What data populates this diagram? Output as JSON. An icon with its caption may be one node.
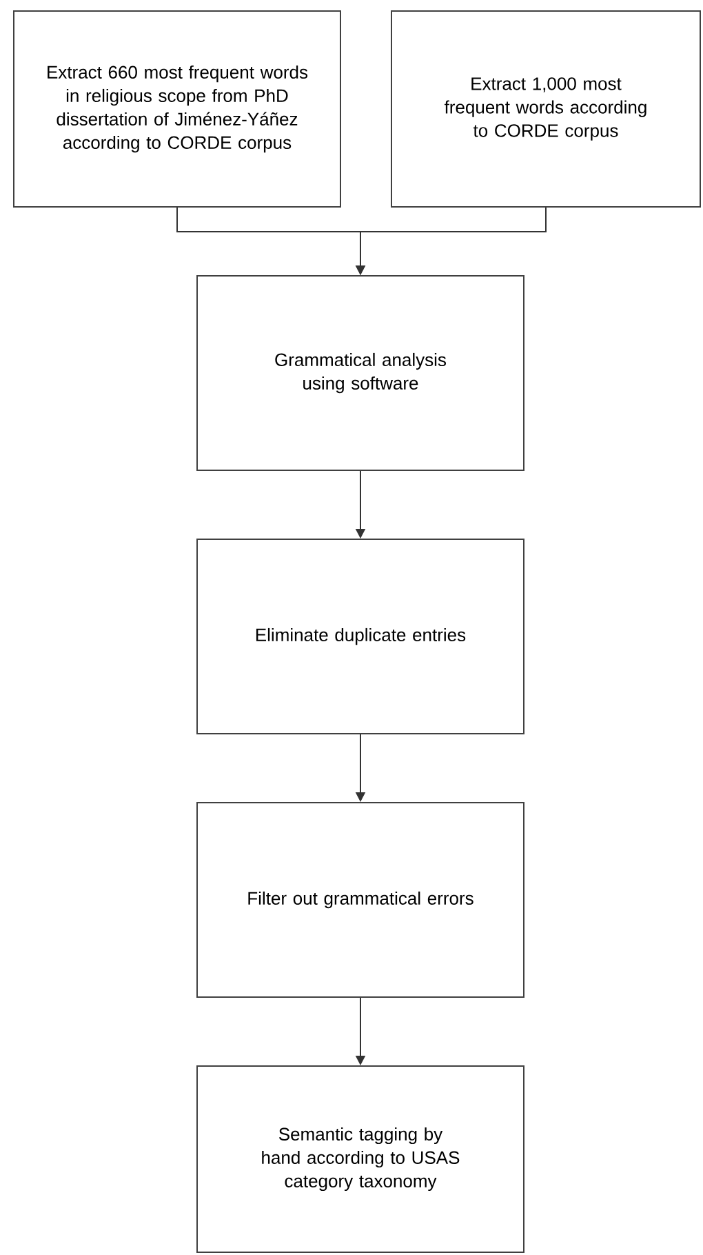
{
  "diagram": {
    "nodes": [
      {
        "text": [
          "Extract 660 most frequent words in religious scope from PhD dissertation of Jiménez-Yáñez according to CORDE corpus"
        ]
      },
      {
        "text": [
          "Extract 1,000 most frequent words according to CORDE corpus"
        ]
      },
      {
        "text": [
          "Grammatical analysis using software"
        ]
      },
      {
        "text": [
          "Eliminate duplicate entries"
        ]
      },
      {
        "text": [
          "Filter out grammatical errors"
        ]
      },
      {
        "text": [
          "Semantic tagging by hand according to USAS category taxonomy"
        ]
      }
    ],
    "edges": [
      {
        "from": 0,
        "to": 2,
        "arrow": "to"
      },
      {
        "from": 1,
        "to": 2,
        "arrow": "to"
      },
      {
        "from": 2,
        "to": 3,
        "arrow": "to"
      },
      {
        "from": 3,
        "to": 4,
        "arrow": "to"
      },
      {
        "from": 4,
        "to": 5,
        "arrow": "to"
      }
    ]
  }
}
